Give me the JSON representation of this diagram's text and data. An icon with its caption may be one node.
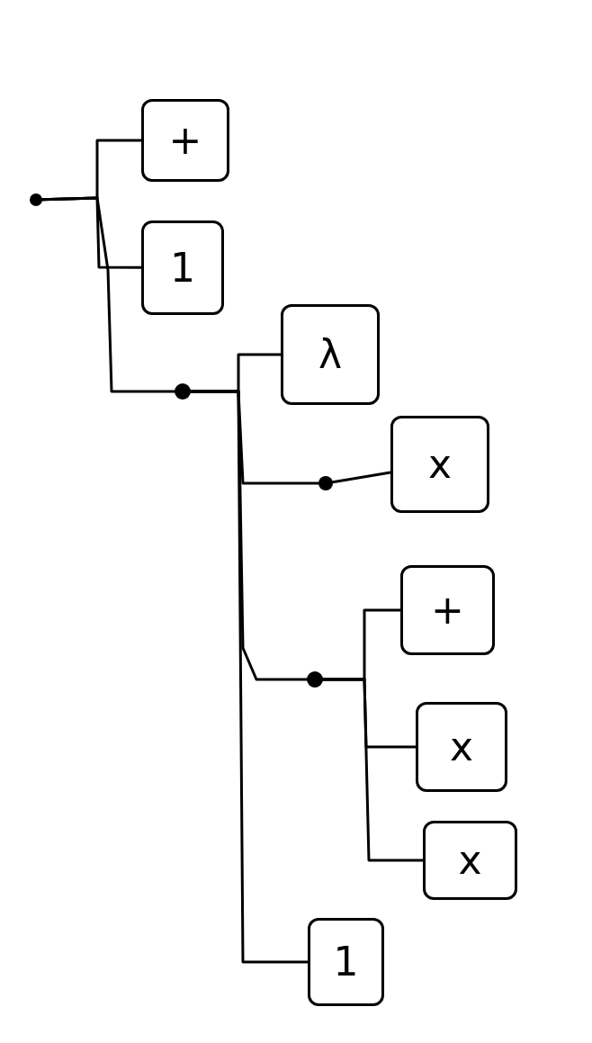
{
  "diagram": {
    "nodes": [
      {
        "text": [],
        "shape": "circle"
      },
      {
        "text": [
          "+"
        ]
      },
      {
        "text": [
          "1"
        ]
      },
      {
        "text": [],
        "shape": "circle"
      },
      {
        "text": [
          "λ"
        ]
      },
      {
        "text": [],
        "shape": "circle"
      },
      {
        "text": [
          "x"
        ]
      },
      {
        "text": [],
        "shape": "circle"
      },
      {
        "text": [
          "+"
        ]
      },
      {
        "text": [
          "x"
        ]
      },
      {
        "text": [
          "x"
        ]
      },
      {
        "text": [
          "1"
        ]
      }
    ],
    "edges": [
      {
        "from": 0,
        "to": 1,
        "arrow": "none"
      },
      {
        "from": 0,
        "to": 2,
        "arrow": "none"
      },
      {
        "from": 0,
        "to": 3,
        "arrow": "none"
      },
      {
        "from": 3,
        "to": 4,
        "arrow": "none"
      },
      {
        "from": 3,
        "to": 5,
        "arrow": "none"
      },
      {
        "from": 5,
        "to": 6,
        "arrow": "none"
      },
      {
        "from": 3,
        "to": 7,
        "arrow": "none"
      },
      {
        "from": 3,
        "to": 11,
        "arrow": "none"
      },
      {
        "from": 7,
        "to": 8,
        "arrow": "none"
      },
      {
        "from": 7,
        "to": 9,
        "arrow": "none"
      },
      {
        "from": 7,
        "to": 10,
        "arrow": "none"
      }
    ]
  }
}
